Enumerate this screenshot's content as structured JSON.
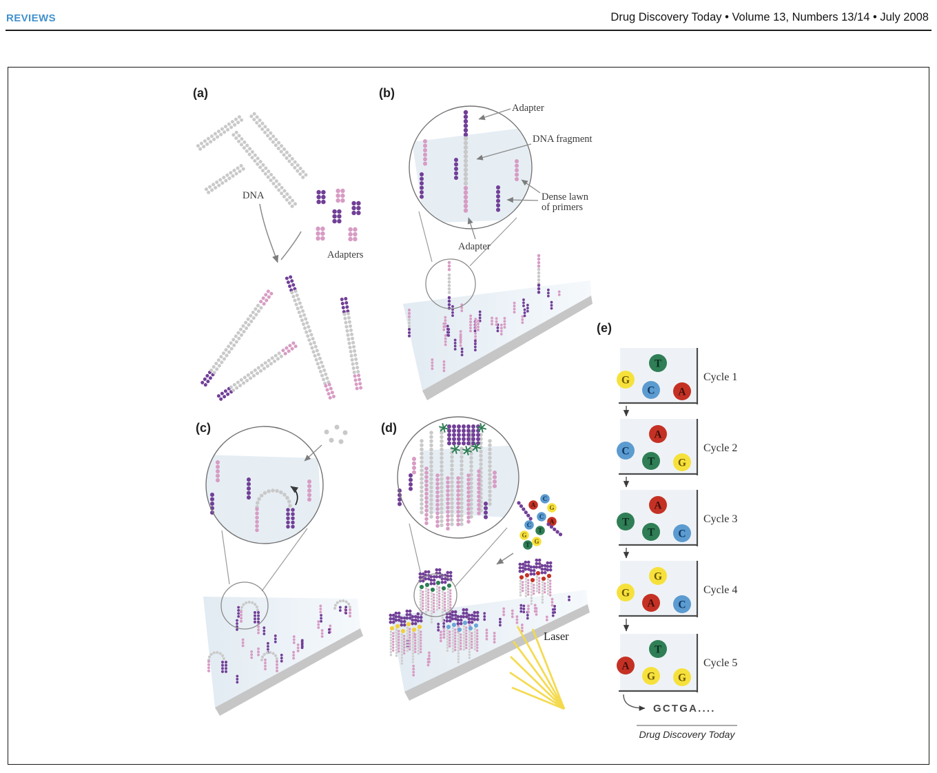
{
  "header": {
    "section": "REVIEWS",
    "journal": "Drug Discovery Today • Volume 13, Numbers 13/14 • July 2008"
  },
  "colors": {
    "accent_blue": "#4191cd",
    "dna_gray": "#c9c9c9",
    "adapter_purple": "#713f97",
    "adapter_pink": "#d79cc4",
    "surface_fill": "#e9f0f6",
    "surface_edge": "#c6c6c6",
    "laser_yellow": "#f3d94a",
    "star_green": "#2f7d54",
    "nt_A": "#c43124",
    "nt_C": "#5b9bd0",
    "nt_G": "#f6e13c",
    "nt_T": "#2f7e55"
  },
  "panels": {
    "a": {
      "label": "(a)",
      "dna_label": "DNA",
      "adapters_label": "Adapters"
    },
    "b": {
      "label": "(b)",
      "adapter_top": "Adapter",
      "dna_fragment": "DNA fragment",
      "dense_lawn_line1": "Dense lawn",
      "dense_lawn_line2": "of primers",
      "adapter_bottom": "Adapter"
    },
    "c": {
      "label": "(c)"
    },
    "d": {
      "label": "(d)",
      "laser_label": "Laser",
      "mix_bases": [
        "C",
        "A",
        "G",
        "C",
        "A",
        "C",
        "T",
        "G",
        "G",
        "T"
      ]
    },
    "e": {
      "label": "(e)",
      "cycles": [
        {
          "label": "Cycle 1",
          "nucleotides": [
            {
              "base": "T",
              "pos": "top"
            },
            {
              "base": "G",
              "pos": "left"
            },
            {
              "base": "C",
              "pos": "mid"
            },
            {
              "base": "A",
              "pos": "right"
            }
          ]
        },
        {
          "label": "Cycle 2",
          "nucleotides": [
            {
              "base": "A",
              "pos": "top"
            },
            {
              "base": "C",
              "pos": "left"
            },
            {
              "base": "T",
              "pos": "mid"
            },
            {
              "base": "G",
              "pos": "right"
            }
          ]
        },
        {
          "label": "Cycle 3",
          "nucleotides": [
            {
              "base": "A",
              "pos": "top"
            },
            {
              "base": "T",
              "pos": "left"
            },
            {
              "base": "T",
              "pos": "mid"
            },
            {
              "base": "C",
              "pos": "right"
            }
          ]
        },
        {
          "label": "Cycle 4",
          "nucleotides": [
            {
              "base": "G",
              "pos": "top"
            },
            {
              "base": "G",
              "pos": "left"
            },
            {
              "base": "A",
              "pos": "mid"
            },
            {
              "base": "C",
              "pos": "right"
            }
          ]
        },
        {
          "label": "Cycle 5",
          "nucleotides": [
            {
              "base": "T",
              "pos": "top"
            },
            {
              "base": "A",
              "pos": "left"
            },
            {
              "base": "G",
              "pos": "mid"
            },
            {
              "base": "G",
              "pos": "right"
            }
          ]
        }
      ],
      "readout": "GCTGA....",
      "credit": "Drug Discovery Today"
    }
  }
}
